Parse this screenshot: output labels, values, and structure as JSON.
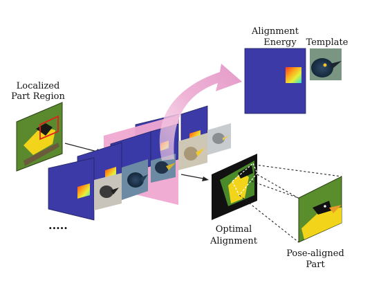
{
  "labels": {
    "localized_line1": "Localized",
    "localized_line2": "Part Region",
    "alignment_line1": "Alignment",
    "alignment_line2": "Energy",
    "template": "Template",
    "optimal_line1": "Optimal",
    "optimal_line2": "Alignment",
    "pose_line1": "Pose-aligned",
    "pose_line2": "Part",
    "ellipsis": "....."
  },
  "colors": {
    "energy_panel": "#3b3aa6",
    "energy_panel_dark": "#2e2d8c",
    "highlight_panel": "#f0a8d2",
    "arrow_pink": "#e9a9cf",
    "bird_yellow": "#f2d41a",
    "leaf_green": "#5b8a2e",
    "bbox_red": "#e0201b"
  },
  "icons": {
    "curved_arrow": "curved-arrow-icon",
    "straight_arrow": "arrow-right-icon"
  }
}
